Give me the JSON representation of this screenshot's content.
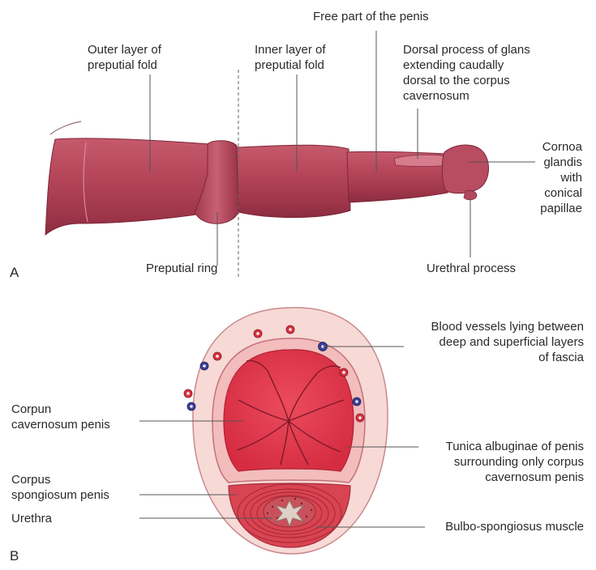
{
  "panel_a": {
    "letter": "A",
    "labels": {
      "outer_layer": [
        "Outer layer of",
        "preputial fold"
      ],
      "inner_layer": [
        "Inner layer of",
        "preputial fold"
      ],
      "free_part": "Free part of the penis",
      "dorsal_process": [
        "Dorsal process of glans",
        "extending caudally",
        "dorsal to the corpus",
        "cavernosum"
      ],
      "cornoa": [
        "Cornoa",
        "glandis",
        "with",
        "conical",
        "papillae"
      ],
      "preputial_ring": "Preputial ring",
      "urethral_process": "Urethral process"
    }
  },
  "panel_b": {
    "letter": "B",
    "labels": {
      "blood_vessels": [
        "Blood vessels lying between",
        "deep and superficial layers",
        "of fascia"
      ],
      "corpus_cavernosum": [
        "Corpun",
        "cavernosum penis"
      ],
      "tunica": [
        "Tunica albuginae of penis",
        "surrounding only corpus",
        "cavernosum penis"
      ],
      "corpus_spongiosum": [
        "Corpus",
        "spongiosum penis"
      ],
      "urethra": "Urethra",
      "bulbo": "Bulbo-spongiosus muscle"
    }
  },
  "colors": {
    "penis_body": "#b3455a",
    "penis_light": "#d06a7c",
    "penis_dark": "#8a2c40",
    "fascia": "#f6d7d4",
    "tunica": "#f0b9b8",
    "cavernosum": "#e2364a",
    "spongiosum": "#d8404c",
    "vessel_red": "#d9323f",
    "vessel_blue": "#3a3f9a",
    "leader_line": "#555555"
  }
}
